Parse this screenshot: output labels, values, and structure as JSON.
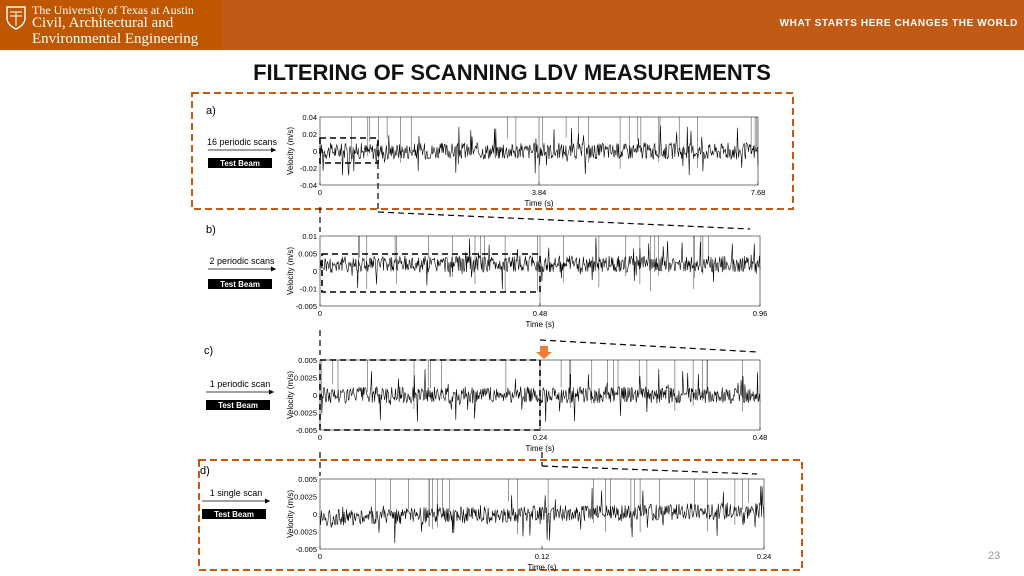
{
  "header": {
    "university": "The University of Texas at Austin",
    "dept_line1": "Civil, Architectural and",
    "dept_line2": "Environmental Engineering",
    "tagline": "WHAT STARTS HERE CHANGES THE WORLD"
  },
  "slide": {
    "title": "FILTERING OF SCANNING LDV MEASUREMENTS",
    "page_number": "23"
  },
  "colors": {
    "header": "#c15a15",
    "logo_box": "#bf5700",
    "highlight_box": "#c55a11",
    "arrow": "#ed7d31",
    "signal": "#000000"
  },
  "chart_data": [
    {
      "id": "a",
      "type": "line",
      "panel_label": "a)",
      "scan_label": "16 periodic scans",
      "beam_label": "Test Beam",
      "xlabel": "Time (s)",
      "ylabel": "Velocity (m/s)",
      "xlim": [
        0,
        7.68
      ],
      "ylim": [
        -0.04,
        0.04
      ],
      "xticks": [
        "0",
        "3.84",
        "7.68"
      ],
      "yticks": [
        "0.04",
        "0.02",
        "0",
        "-0.02",
        "-0.04"
      ],
      "vlines": [
        3.84
      ],
      "highlight": true
    },
    {
      "id": "b",
      "type": "line",
      "panel_label": "b)",
      "scan_label": "2 periodic scans",
      "beam_label": "Test Beam",
      "xlabel": "Time (s)",
      "ylabel": "Velocity (m/s)",
      "xlim": [
        0,
        0.96
      ],
      "ylim": [
        -0.015,
        0.01
      ],
      "xticks": [
        "0",
        "0.48",
        "0.96"
      ],
      "yticks": [
        "0.01",
        "0.005",
        "0",
        "-0.01",
        "-0.005"
      ],
      "vlines": [
        0.48
      ],
      "highlight": false
    },
    {
      "id": "c",
      "type": "line",
      "panel_label": "c)",
      "scan_label": "1 periodic scan",
      "beam_label": "Test Beam",
      "xlabel": "Time (s)",
      "ylabel": "Velocity (m/s)",
      "xlim": [
        0,
        0.48
      ],
      "ylim": [
        -0.005,
        0.005
      ],
      "xticks": [
        "0",
        "0.24",
        "0.48"
      ],
      "yticks": [
        "0.005",
        "0.0025",
        "0",
        "-0.0025",
        "-0.005"
      ],
      "vlines": [
        0.24
      ],
      "highlight": false
    },
    {
      "id": "d",
      "type": "line",
      "panel_label": "d)",
      "scan_label": "1 single scan",
      "beam_label": "Test Beam",
      "xlabel": "Time (s)",
      "ylabel": "Velocity (m/s)",
      "xlim": [
        0,
        0.24
      ],
      "ylim": [
        -0.005,
        0.005
      ],
      "xticks": [
        "0",
        "0.12",
        "0.24"
      ],
      "yticks": [
        "0.005",
        "0.0025",
        "0",
        "-0.0025",
        "-0.005"
      ],
      "vlines": [],
      "highlight": true
    }
  ]
}
